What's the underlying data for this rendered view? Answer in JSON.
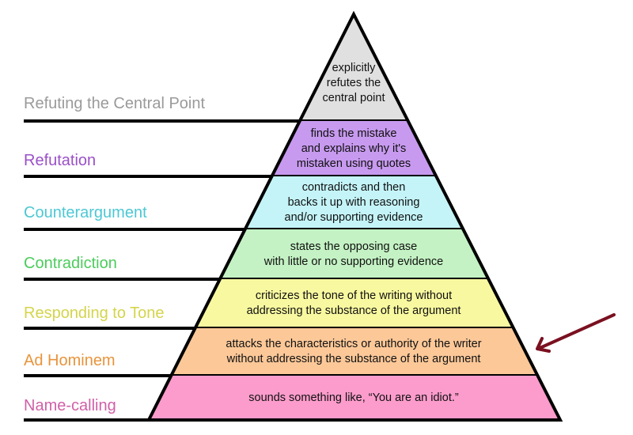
{
  "levels": [
    {
      "label": "Refuting the Central Point",
      "description": [
        "explicitly",
        "refutes the",
        "central point"
      ],
      "fill": "#e0e0e0",
      "label_color": "#9a9a9a"
    },
    {
      "label": "Refutation",
      "description": [
        "finds the mistake",
        "and explains why it's",
        "mistaken using quotes"
      ],
      "fill": "#c79aef",
      "label_color": "#9a50c8"
    },
    {
      "label": "Counterargument",
      "description": [
        "contradicts and then",
        "backs it up with reasoning",
        "and/or supporting evidence"
      ],
      "fill": "#c4f4f8",
      "label_color": "#4cc8d4"
    },
    {
      "label": "Contradiction",
      "description": [
        "states the opposing case",
        "with little or no supporting evidence"
      ],
      "fill": "#c4f2c4",
      "label_color": "#4ccc5c"
    },
    {
      "label": "Responding to Tone",
      "description": [
        "criticizes the tone of the writing without",
        "addressing the substance of the argument"
      ],
      "fill": "#f8f8a0",
      "label_color": "#d4d44c"
    },
    {
      "label": "Ad Hominem",
      "description": [
        "attacks the characteristics or authority of the writer",
        "without addressing the substance of the argument"
      ],
      "fill": "#fcc898",
      "label_color": "#e8943c"
    },
    {
      "label": "Name-calling",
      "description": [
        "sounds something like, “You are an idiot.”"
      ],
      "fill": "#fc9ccc",
      "label_color": "#d060a8"
    }
  ],
  "arrow": {
    "color": "#7a1020",
    "target_level": "Ad Hominem"
  }
}
